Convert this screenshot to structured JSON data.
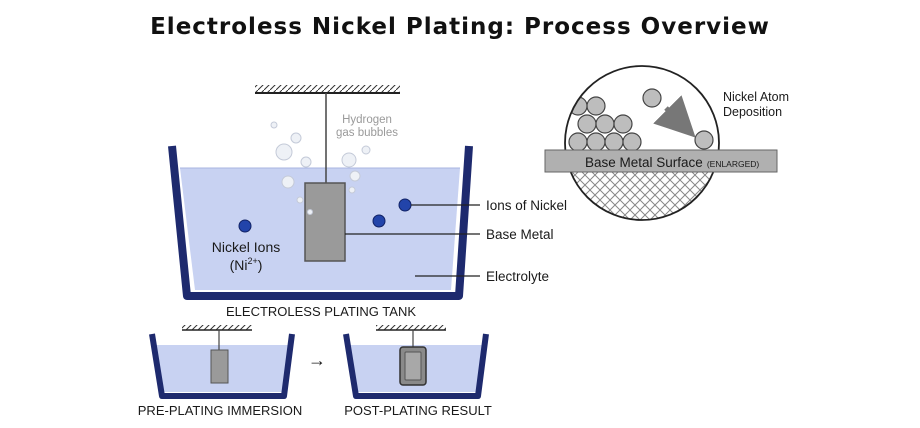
{
  "title": "Electroless Nickel Plating: Process Overview",
  "main_tank": {
    "caption": "ELECTROLESS PLATING TANK",
    "hydrogen_label_line1": "Hydrogen",
    "hydrogen_label_line2": "gas bubbles",
    "nickel_ions_line1": "Nickel Ions",
    "nickel_ions_line2": "(Ni",
    "nickel_ions_sup": "2+",
    "nickel_ions_close": ")",
    "callouts": {
      "ions": "Ions of Nickel",
      "base_metal": "Base Metal",
      "electrolyte": "Electrolyte"
    }
  },
  "inset": {
    "deposition_line1": "Nickel Atom",
    "deposition_line2": "Deposition",
    "surface_label": "Base Metal Surface",
    "surface_note": "(ENLARGED)"
  },
  "pre_plating": {
    "caption": "PRE-PLATING IMMERSION"
  },
  "post_plating": {
    "caption": "POST-PLATING RESULT"
  },
  "arrow_symbol": "→",
  "colors": {
    "liquid": "#c8d2f2",
    "tank_wall": "#1e2a6e",
    "ion": "#2244aa",
    "metal": "#9a9a9a",
    "bubble": "#dbe0ea"
  }
}
